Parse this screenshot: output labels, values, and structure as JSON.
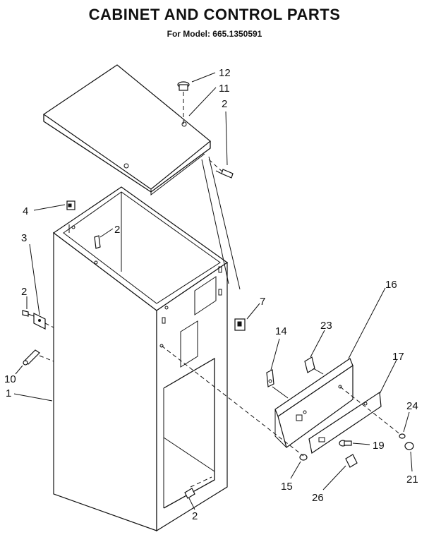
{
  "title": "CABINET AND CONTROL PARTS",
  "subtitle": "For Model: 665.1350591",
  "callouts": [
    "12",
    "11",
    "2",
    "4",
    "3",
    "2",
    "2",
    "10",
    "1",
    "7",
    "16",
    "14",
    "23",
    "17",
    "24",
    "19",
    "21",
    "15",
    "26",
    "2"
  ]
}
